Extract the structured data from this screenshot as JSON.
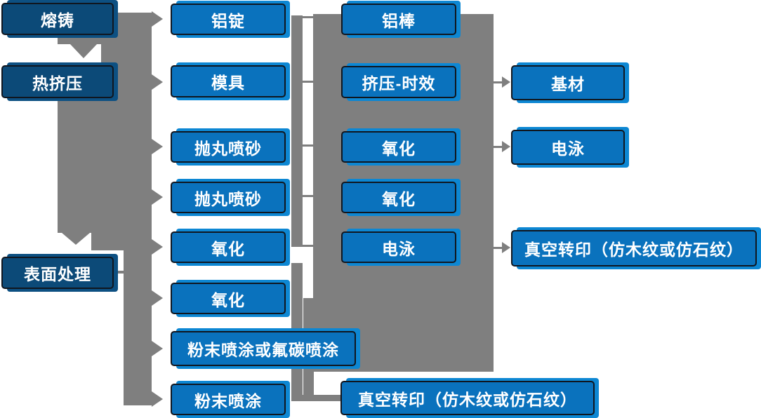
{
  "flow": {
    "stages": [
      "熔铸",
      "热挤压",
      "表面处理"
    ],
    "process_left": [
      "铝锭",
      "模具",
      "抛丸喷砂",
      "抛丸喷砂",
      "氧化",
      "氧化",
      "粉末喷涂或氟碳喷涂",
      "粉末喷涂"
    ],
    "process_mid": [
      "铝棒",
      "挤压-时效",
      "氧化",
      "氧化",
      "电泳",
      "真空转印（仿木纹或仿石纹）"
    ],
    "process_right": [
      "基材",
      "电泳",
      "真空转印（仿木纹或仿石纹）"
    ]
  },
  "colors": {
    "node_blue": "#0a72bd",
    "node_blue_accent": "#0d87d3",
    "stage_dark_blue": "#0c4a78",
    "stage_dark_accent": "#0d5082",
    "connector_gray": "#7f7f7f",
    "text": "#ffffff"
  }
}
